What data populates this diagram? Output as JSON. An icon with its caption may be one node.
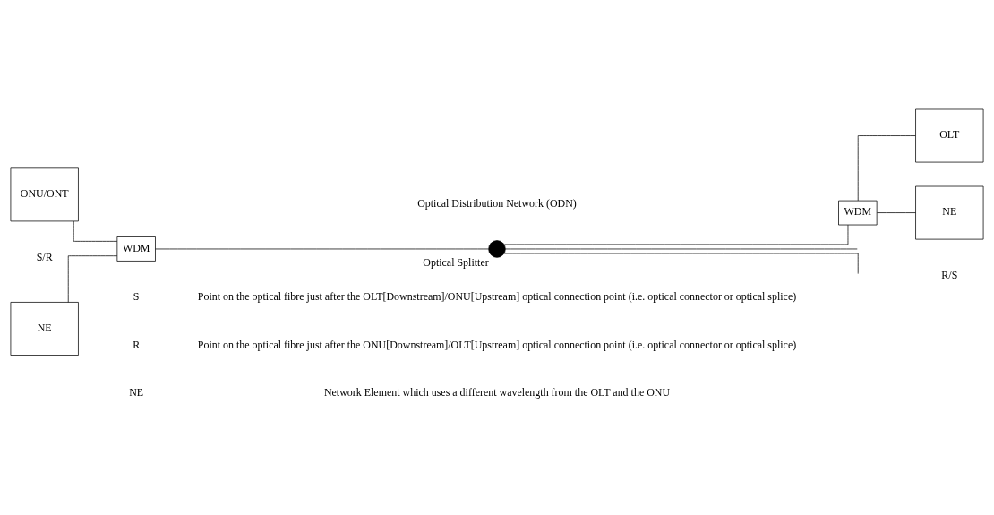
{
  "diagram": {
    "nodes": [
      {
        "text": [
          "ONU/ONT"
        ]
      },
      {
        "text": [
          "NE"
        ]
      },
      {
        "text": [
          "WDM"
        ]
      },
      {
        "text": [],
        "shape": "circle",
        "beside": [
          "Optical Splitter"
        ]
      },
      {
        "text": [
          "WDM"
        ]
      },
      {
        "text": [
          "OLT"
        ]
      },
      {
        "text": [
          "NE"
        ]
      }
    ],
    "edges": [
      {
        "from": 0,
        "to": 2,
        "arrow": "none"
      },
      {
        "from": 1,
        "to": 2,
        "arrow": "none"
      },
      {
        "from": 2,
        "to": 3,
        "arrow": "none"
      },
      {
        "from": 3,
        "to": null,
        "arrow": "none"
      },
      {
        "from": 3,
        "to": null,
        "arrow": "none"
      },
      {
        "from": 3,
        "to": 4,
        "arrow": "none"
      },
      {
        "from": 4,
        "to": 5,
        "arrow": "none"
      },
      {
        "from": 4,
        "to": 6,
        "arrow": "none"
      }
    ],
    "labels": [
      "Optical Distribution Network (ODN)",
      "S/R",
      "R/S",
      "S",
      "Point on the optical fibre just after the OLT[Downstream]/ONU[Upstream] optical connection point (i.e. optical connector or optical splice)",
      "R",
      "Point on the optical fibre just after the ONU[Downstream]/OLT[Upstream] optical connection point (i.e. optical connector or optical splice)",
      "NE",
      "Network Element which uses a different wavelength from the OLT and the ONU"
    ]
  }
}
